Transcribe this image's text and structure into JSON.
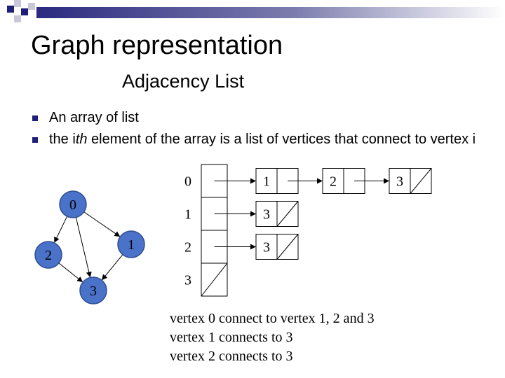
{
  "slide": {
    "title": "Graph representation",
    "subtitle": "Adjacency List"
  },
  "bullets": [
    {
      "pre": "An array of list",
      "em": "",
      "post": ""
    },
    {
      "pre": "the i",
      "em": "th",
      "post": " element of the array is a list of vertices that connect to vertex i"
    }
  ],
  "graph": {
    "nodes": [
      "0",
      "1",
      "2",
      "3"
    ],
    "edges": [
      [
        "0",
        "1"
      ],
      [
        "0",
        "2"
      ],
      [
        "0",
        "3"
      ],
      [
        "1",
        "3"
      ],
      [
        "2",
        "3"
      ]
    ],
    "node_fill": "#4b72c9",
    "node_stroke": "#2f4f91"
  },
  "adjacency": {
    "indices": [
      "0",
      "1",
      "2",
      "3"
    ],
    "lists": [
      [
        "1",
        "2",
        "3"
      ],
      [
        "3"
      ],
      [
        "3"
      ],
      []
    ]
  },
  "notes": [
    "vertex 0 connect to vertex 1, 2 and 3",
    "vertex 1 connects to 3",
    "vertex 2 connects to 3"
  ],
  "colors": {
    "bar_dark": "#1f1f7a",
    "bar_light": "#c8c8d8"
  }
}
